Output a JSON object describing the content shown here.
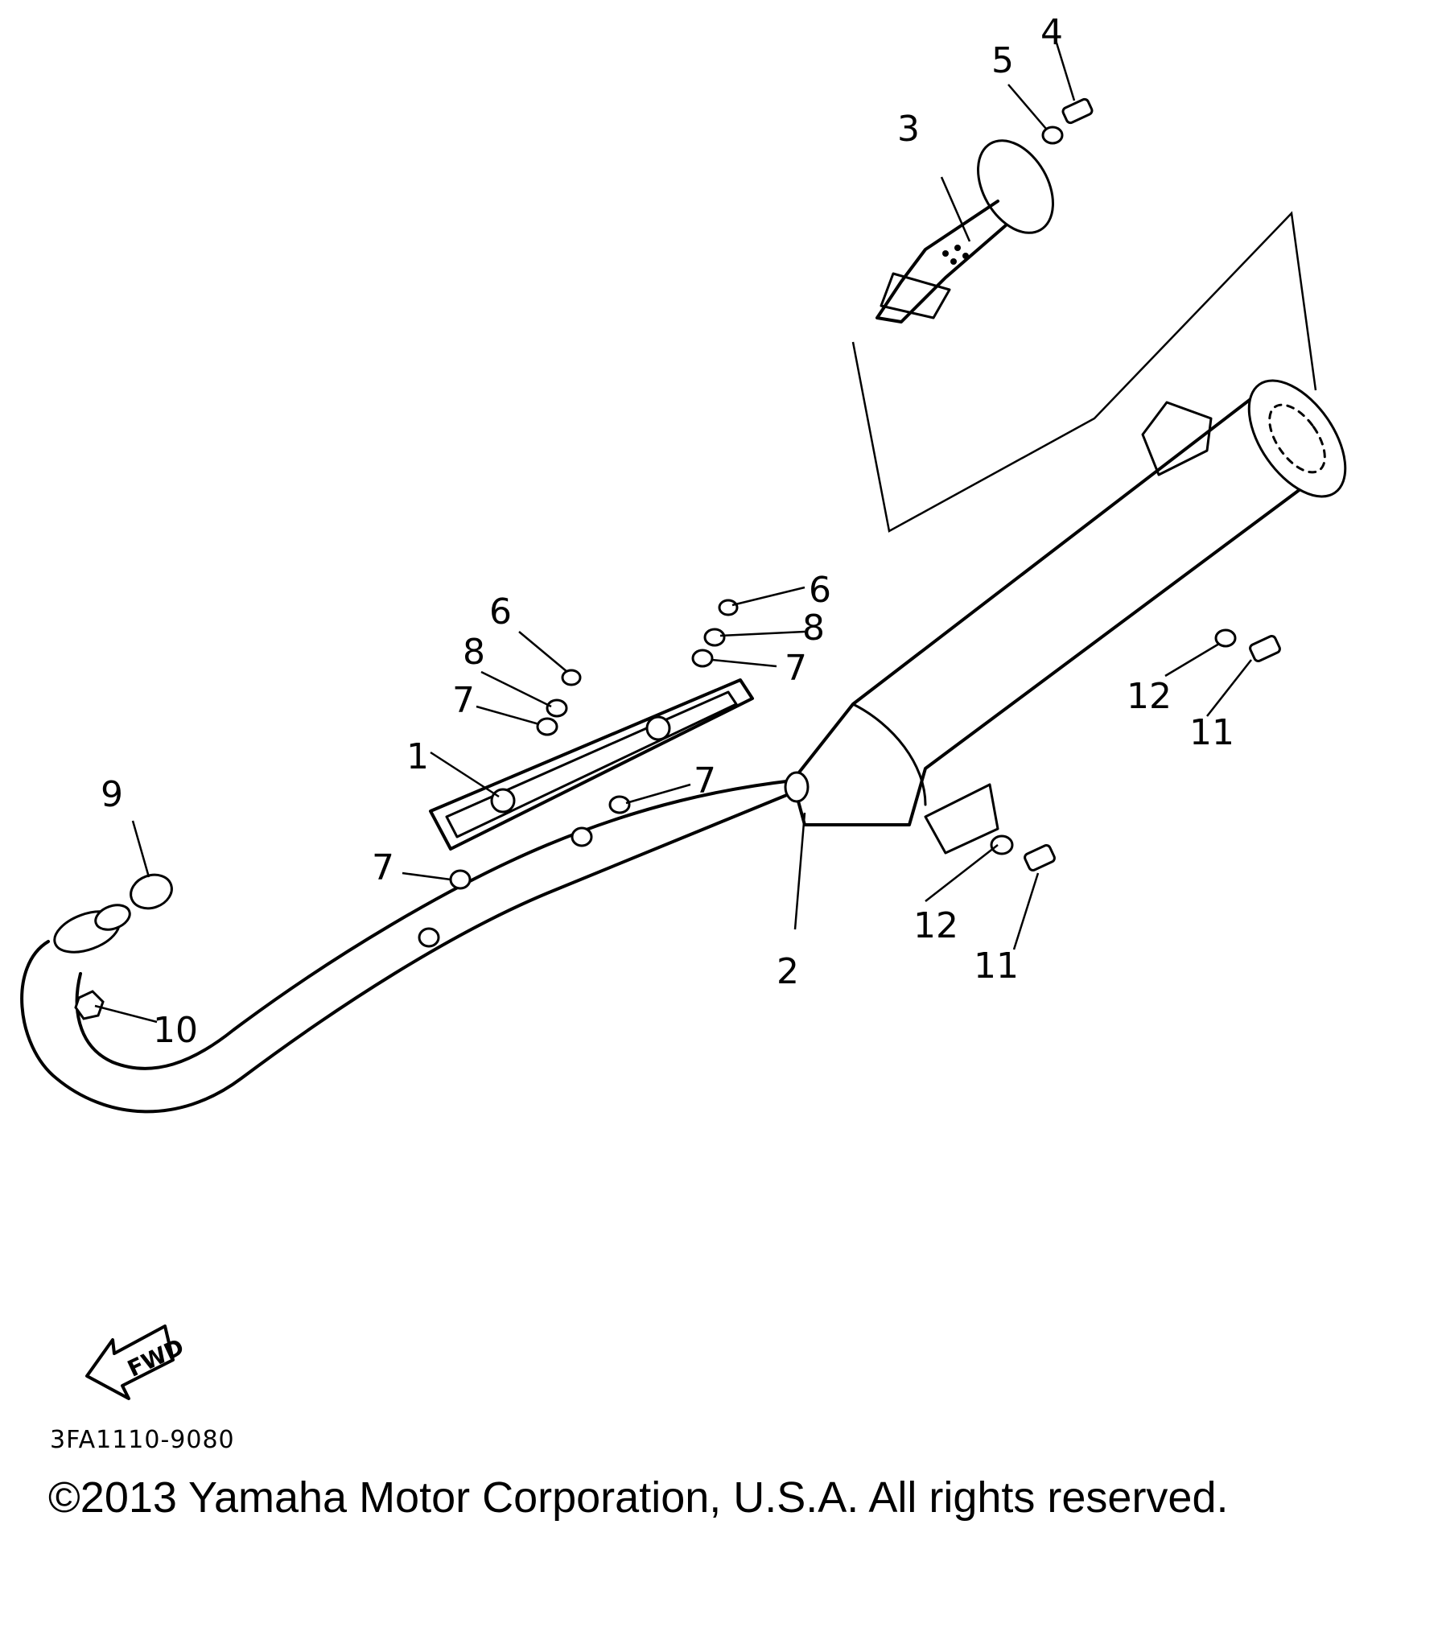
{
  "diagram": {
    "callouts": [
      "1",
      "2",
      "3",
      "4",
      "5",
      "6",
      "6",
      "7",
      "7",
      "7",
      "7",
      "8",
      "8",
      "9",
      "10",
      "11",
      "11",
      "12",
      "12"
    ],
    "fwd_label": "FWD",
    "diagram_code": "3FA1110-9080",
    "copyright": "©2013 Yamaha Motor Corporation, U.S.A. All rights reserved."
  }
}
